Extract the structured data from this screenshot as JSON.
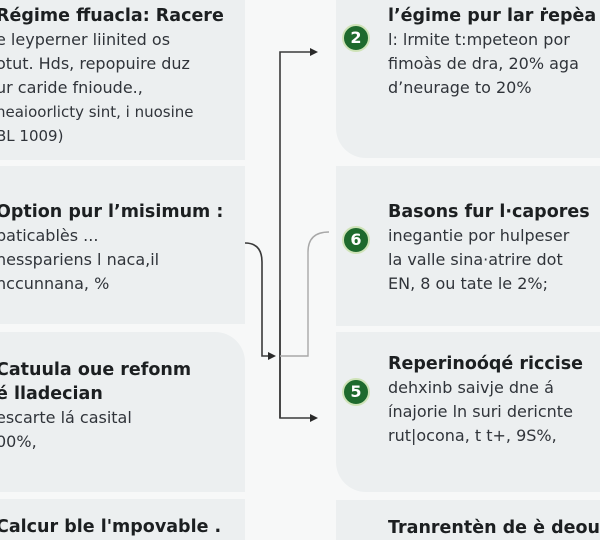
{
  "left_cards": [
    {
      "title": "Régime ffuacla: Racere",
      "lines": [
        "e leyperner liinited os",
        "otut. Hds, repopuire duz",
        "ur caride fnioude.,",
        "neaioorlicty sint, i nuosine",
        " BL 1009)"
      ]
    },
    {
      "title": "Option pur l’misimum :",
      "lines": [
        "paticablès ...",
        "nesspariens l naca,il",
        "nccunnana, %"
      ]
    },
    {
      "title": "Catuula oue refonm",
      "title2": "é lladecian",
      "lines": [
        "escarte lá casital",
        "00%,"
      ]
    },
    {
      "title": "Calcur ble l'mpovable .",
      "lines": []
    }
  ],
  "right_cards": [
    {
      "badge": "2",
      "title": "l’égime pur lar ṙepèa",
      "lines": [
        "l: lrmite t:mpeteon por",
        "fimoàs de dra, 20% aga",
        "d’neurage to 20%"
      ]
    },
    {
      "badge": "6",
      "title": "Basons fur l·capores",
      "lines": [
        "inegantie por hulpeser",
        "la valle sina·atrire dot",
        "EN, 8 ou tate le 2%;"
      ]
    },
    {
      "badge": "5",
      "title": "Reperinoóqé riccise",
      "lines": [
        "dehxinb saivje dne á",
        "ínajorie ln suri dericnte",
        "rut|ocona, t t+, 9S%,"
      ]
    },
    {
      "title": "Tranrentèn de è deou",
      "lines": []
    }
  ],
  "colors": {
    "card_bg": "#eceff0",
    "badge_bg": "#1e6a2d",
    "badge_ring": "#cfe3b8",
    "connector": "#3a3a3a",
    "connector_light": "#a8a8a8"
  }
}
